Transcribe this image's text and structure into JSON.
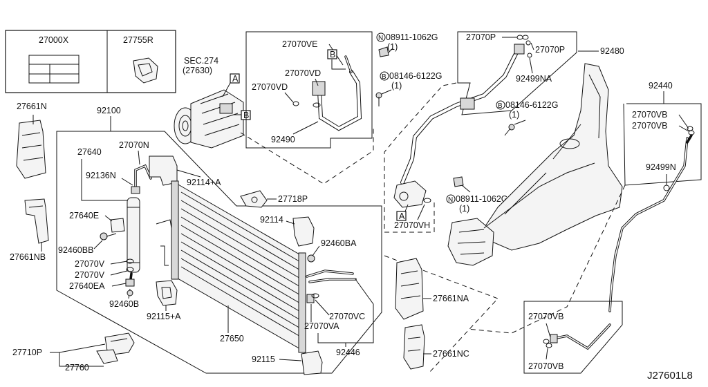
{
  "diagram_id": "J27601L8",
  "labels": {
    "p27000x": "27000X",
    "p27755r": "27755R",
    "sec274": "SEC.274",
    "p27630": "(27630)",
    "p27661n": "27661N",
    "p92100": "92100",
    "p27640": "27640",
    "p27070n": "27070N",
    "p92136n": "92136N",
    "p92114a": "92114+A",
    "p27718p": "27718P",
    "p92114": "92114",
    "p92460ba": "92460BA",
    "p27640e": "27640E",
    "p92460bb": "92460BB",
    "p27070v_1": "27070V",
    "p27070v_2": "27070V",
    "p27640ea": "27640EA",
    "p92460b": "92460B",
    "p92115a": "92115+A",
    "p27650": "27650",
    "p27070vc": "27070VC",
    "p27070va": "27070VA",
    "p92446": "92446",
    "p92115": "92115",
    "p27661nb": "27661NB",
    "p27710p": "27710P",
    "p27760": "27760",
    "p27070ve": "27070VE",
    "p08911_top": "08911-1062G",
    "qty1_top": "(1)",
    "p27070vd_1": "27070VD",
    "p27070vd_2": "27070VD",
    "p08146_top": "08146-6122G",
    "qty1_mid": "(1)",
    "p92490": "92490",
    "p27070p_1": "27070P",
    "p27070p_2": "27070P",
    "p92480": "92480",
    "p92499na": "92499NA",
    "p08146_right": "08146-6122G",
    "qty1_right": "(1)",
    "p08911_lower": "08911-1062G",
    "qty1_lower": "(1)",
    "p27070vh": "27070VH",
    "p92440": "92440",
    "p27070vb_1": "27070VB",
    "p27070vb_2": "27070VB",
    "p92499n": "92499N",
    "p27661na": "27661NA",
    "p27661nc": "27661NC",
    "p27070vb_3": "27070VB",
    "p27070vb_4": "27070VB",
    "marker_a1": "A",
    "marker_b1": "B",
    "marker_b2": "B",
    "marker_a2": "A",
    "bolt_n1": "N",
    "bolt_b1": "B",
    "bolt_b2": "B",
    "bolt_n2": "N"
  }
}
